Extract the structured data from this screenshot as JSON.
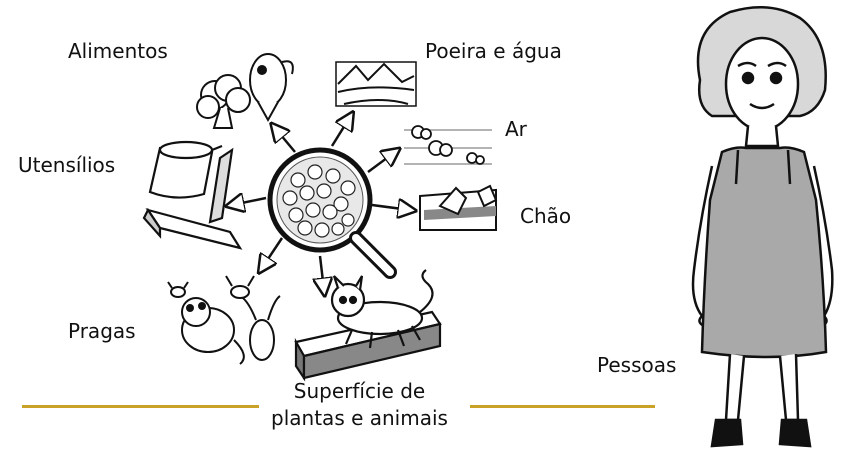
{
  "labels": {
    "alimentos": "Alimentos",
    "poeira": "Poeira e água",
    "ar": "Ar",
    "utensilios": "Utensílios",
    "chao": "Chão",
    "pragas": "Pragas",
    "superficie_line1": "Superfície de",
    "superficie_line2": "plantas e animais",
    "pessoas": "Pessoas"
  },
  "colors": {
    "rule": "#c9a227",
    "dress": "#a9a9a9",
    "ink": "#111111"
  }
}
